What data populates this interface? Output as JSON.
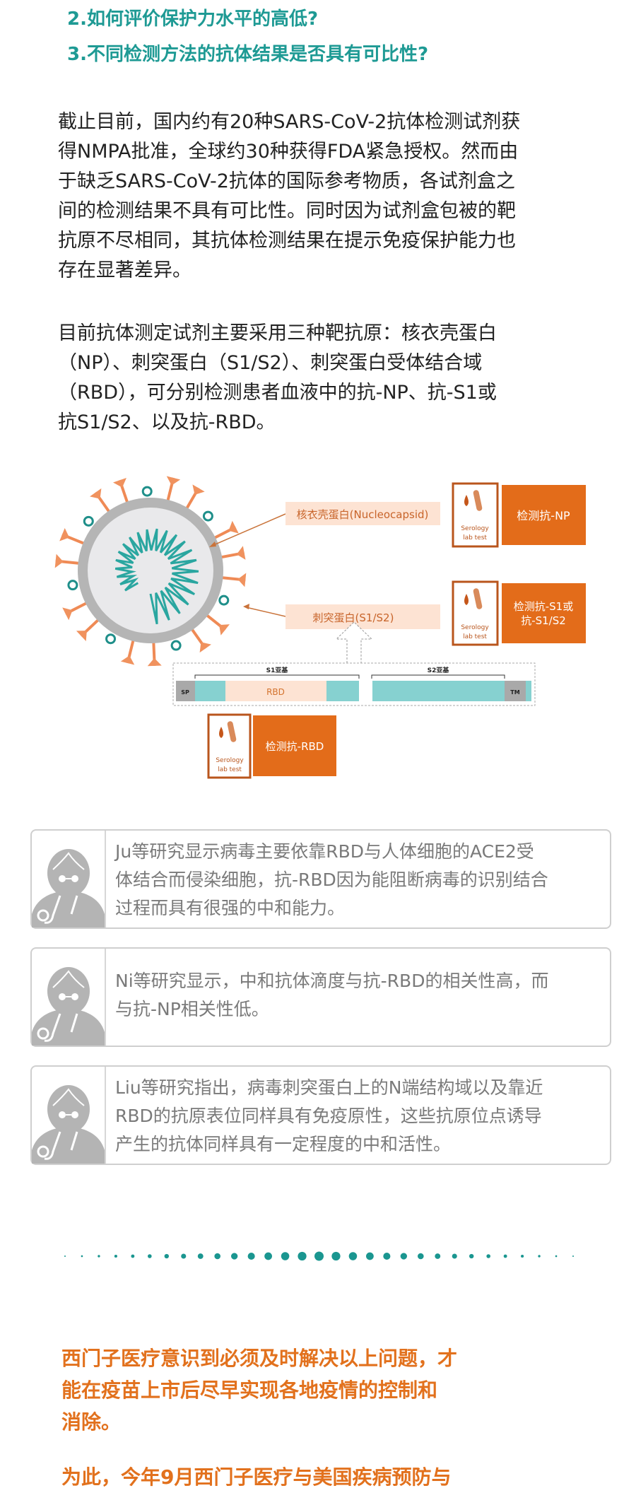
{
  "questions": [
    "2.如何评价保护力水平的高低?",
    "3.不同检测方法的抗体结果是否具有可比性?"
  ],
  "paragraph1": [
    "截止目前，国内约有20种SARS-CoV-2抗体检测试剂获",
    "得NMPA批准，全球约30种获得FDA紧急授权。然而由",
    "于缺乏SARS-CoV-2抗体的国际参考物质，各试剂盒之",
    "间的检测结果不具有可比性。同时因为试剂盒包被的靶",
    "抗原不尽相同，其抗体检测结果在提示免疫保护能力也",
    "存在显著差异。"
  ],
  "paragraph2": [
    "目前抗体测定试剂主要采用三种靶抗原：核衣壳蛋白",
    "（NP）、刺突蛋白（S1/S2）、刺突蛋白受体结合域",
    "（RBD），可分别检测患者血液中的抗-NP、抗-S1或",
    "抗S1/S2、以及抗-RBD。"
  ],
  "diagram": {
    "np_label": "核衣壳蛋白(Nucleocapsid)",
    "spike_label": "刺突蛋白(S1/S2)",
    "lab_test_line1": "Serology",
    "lab_test_line2": "lab test",
    "detect_np": "检测抗-NP",
    "detect_s1_line1": "检测抗-S1或",
    "detect_s1_line2": "抗-S1/S2",
    "detect_rbd": "检测抗-RBD",
    "s1_subunit": "S1亚基",
    "s2_subunit": "S2亚基",
    "sp": "SP",
    "rbd": "RBD",
    "tm": "TM",
    "colors": {
      "orange": "#e36c1a",
      "peach": "#fde3d3",
      "teal": "#86d1d0",
      "grey": "#a9a9a9"
    }
  },
  "studies": [
    {
      "lines": [
        "Ju等研究显示病毒主要依靠RBD与人体细胞的ACE2受",
        "体结合而侵染细胞，抗-RBD因为能阻断病毒的识别结合",
        "过程而具有很强的中和能力。"
      ]
    },
    {
      "lines": [
        "Ni等研究显示，中和抗体滴度与抗-RBD的相关性高，而",
        "与抗-NP相关性低。"
      ]
    },
    {
      "lines": [
        "Liu等研究指出，病毒刺突蛋白上的N端结构域以及靠近",
        "RBD的抗原表位同样具有免疫原性，这些抗原位点诱导",
        "产生的抗体同样具有一定程度的中和活性。"
      ]
    }
  ],
  "conclusion": [
    "西门子医疗意识到必须及时解决以上问题，才",
    "能在疫苗上市后尽早实现各地疫情的控制和",
    "消除。"
  ],
  "next_paragraph_partial": "为此，今年9月西门子医疗与美国疾病预防与",
  "colors": {
    "heading": "#1e9a94",
    "accent": "#e2711d",
    "divider_dots": "#1a9690"
  }
}
